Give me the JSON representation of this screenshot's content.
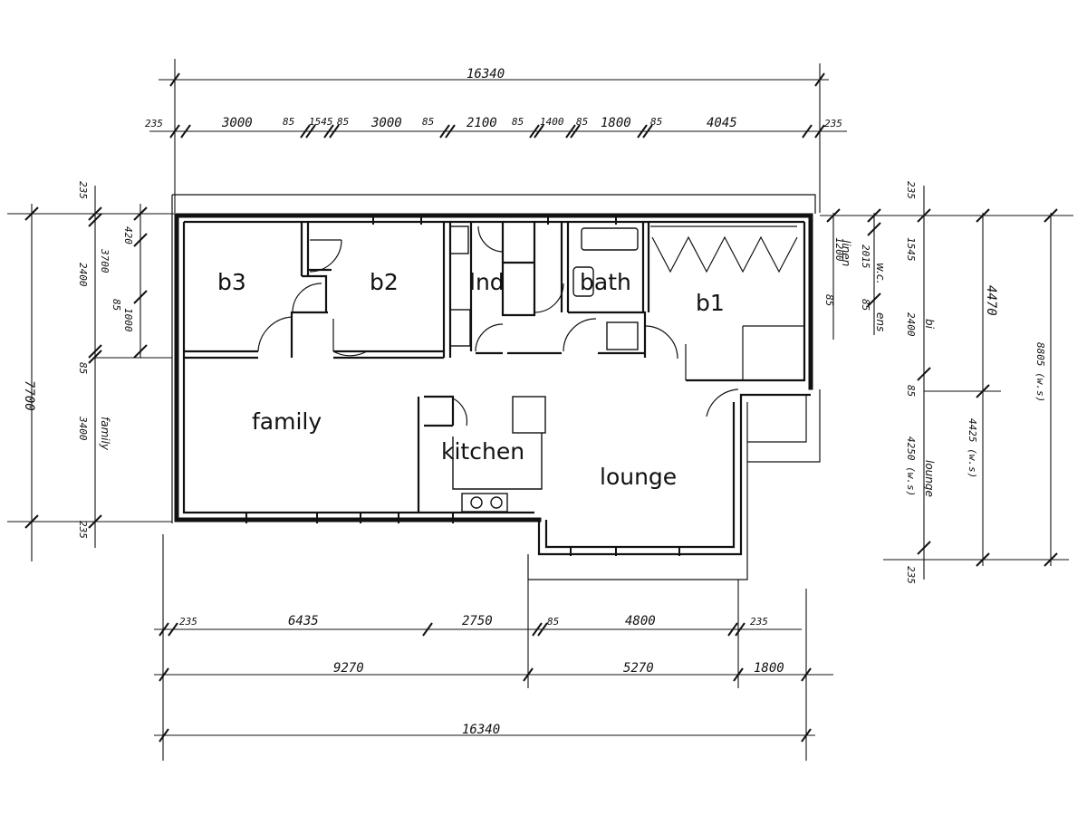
{
  "rooms": {
    "b3": "b3",
    "b2": "b2",
    "lnd": "lnd",
    "bath": "bath",
    "b1": "b1",
    "family": "family",
    "kitchen": "kitchen",
    "lounge": "lounge"
  },
  "notes": {
    "linen": "linen",
    "wc": "w.c.",
    "ens": "ens",
    "family_side": "family",
    "lounge_side": "lounge",
    "bi": "bi"
  },
  "dims_top": {
    "overall": "16340",
    "segments": [
      "235",
      "3000",
      "85",
      "1545",
      "85",
      "3000",
      "85",
      "2100",
      "85",
      "1400",
      "85",
      "1800",
      "85",
      "4045",
      "235"
    ]
  },
  "dims_bottom": {
    "row1": [
      "235",
      "6435",
      "2750",
      "85",
      "4800",
      "235"
    ],
    "row2": [
      "9270",
      "5270",
      "1800"
    ],
    "overall": "16340"
  },
  "dims_left": {
    "overall": "7700",
    "segments": [
      "235",
      "2400",
      "420",
      "3700",
      "85",
      "1000",
      "85",
      "3400",
      "235"
    ],
    "note": "family"
  },
  "dims_right": {
    "segments": [
      "235",
      "1200",
      "1545",
      "85",
      "2015",
      "85",
      "2400",
      "85",
      "4250 (w.s)",
      "235"
    ],
    "mid": "4470",
    "lower": "4425 (w.s)",
    "overall": "8805 (w.s)"
  }
}
